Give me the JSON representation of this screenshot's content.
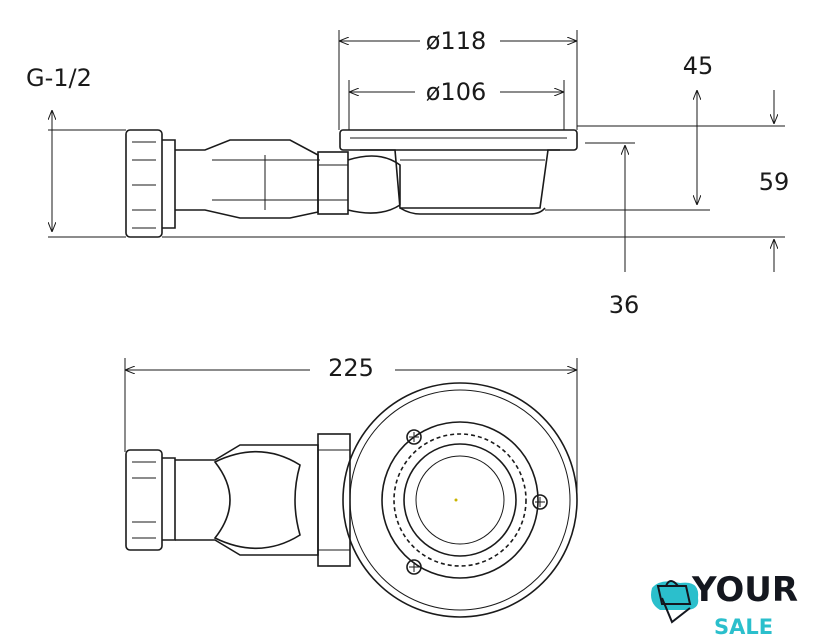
{
  "dimensions": {
    "thread": "G-1/2",
    "outer_diameter": "ø118",
    "inner_diameter": "ø106",
    "top_height": "45",
    "total_height": "59",
    "body_height": "36",
    "length": "225"
  },
  "logo": {
    "line1": "YOUR",
    "line2": "SALE",
    "accent": "#2bbfcc"
  }
}
